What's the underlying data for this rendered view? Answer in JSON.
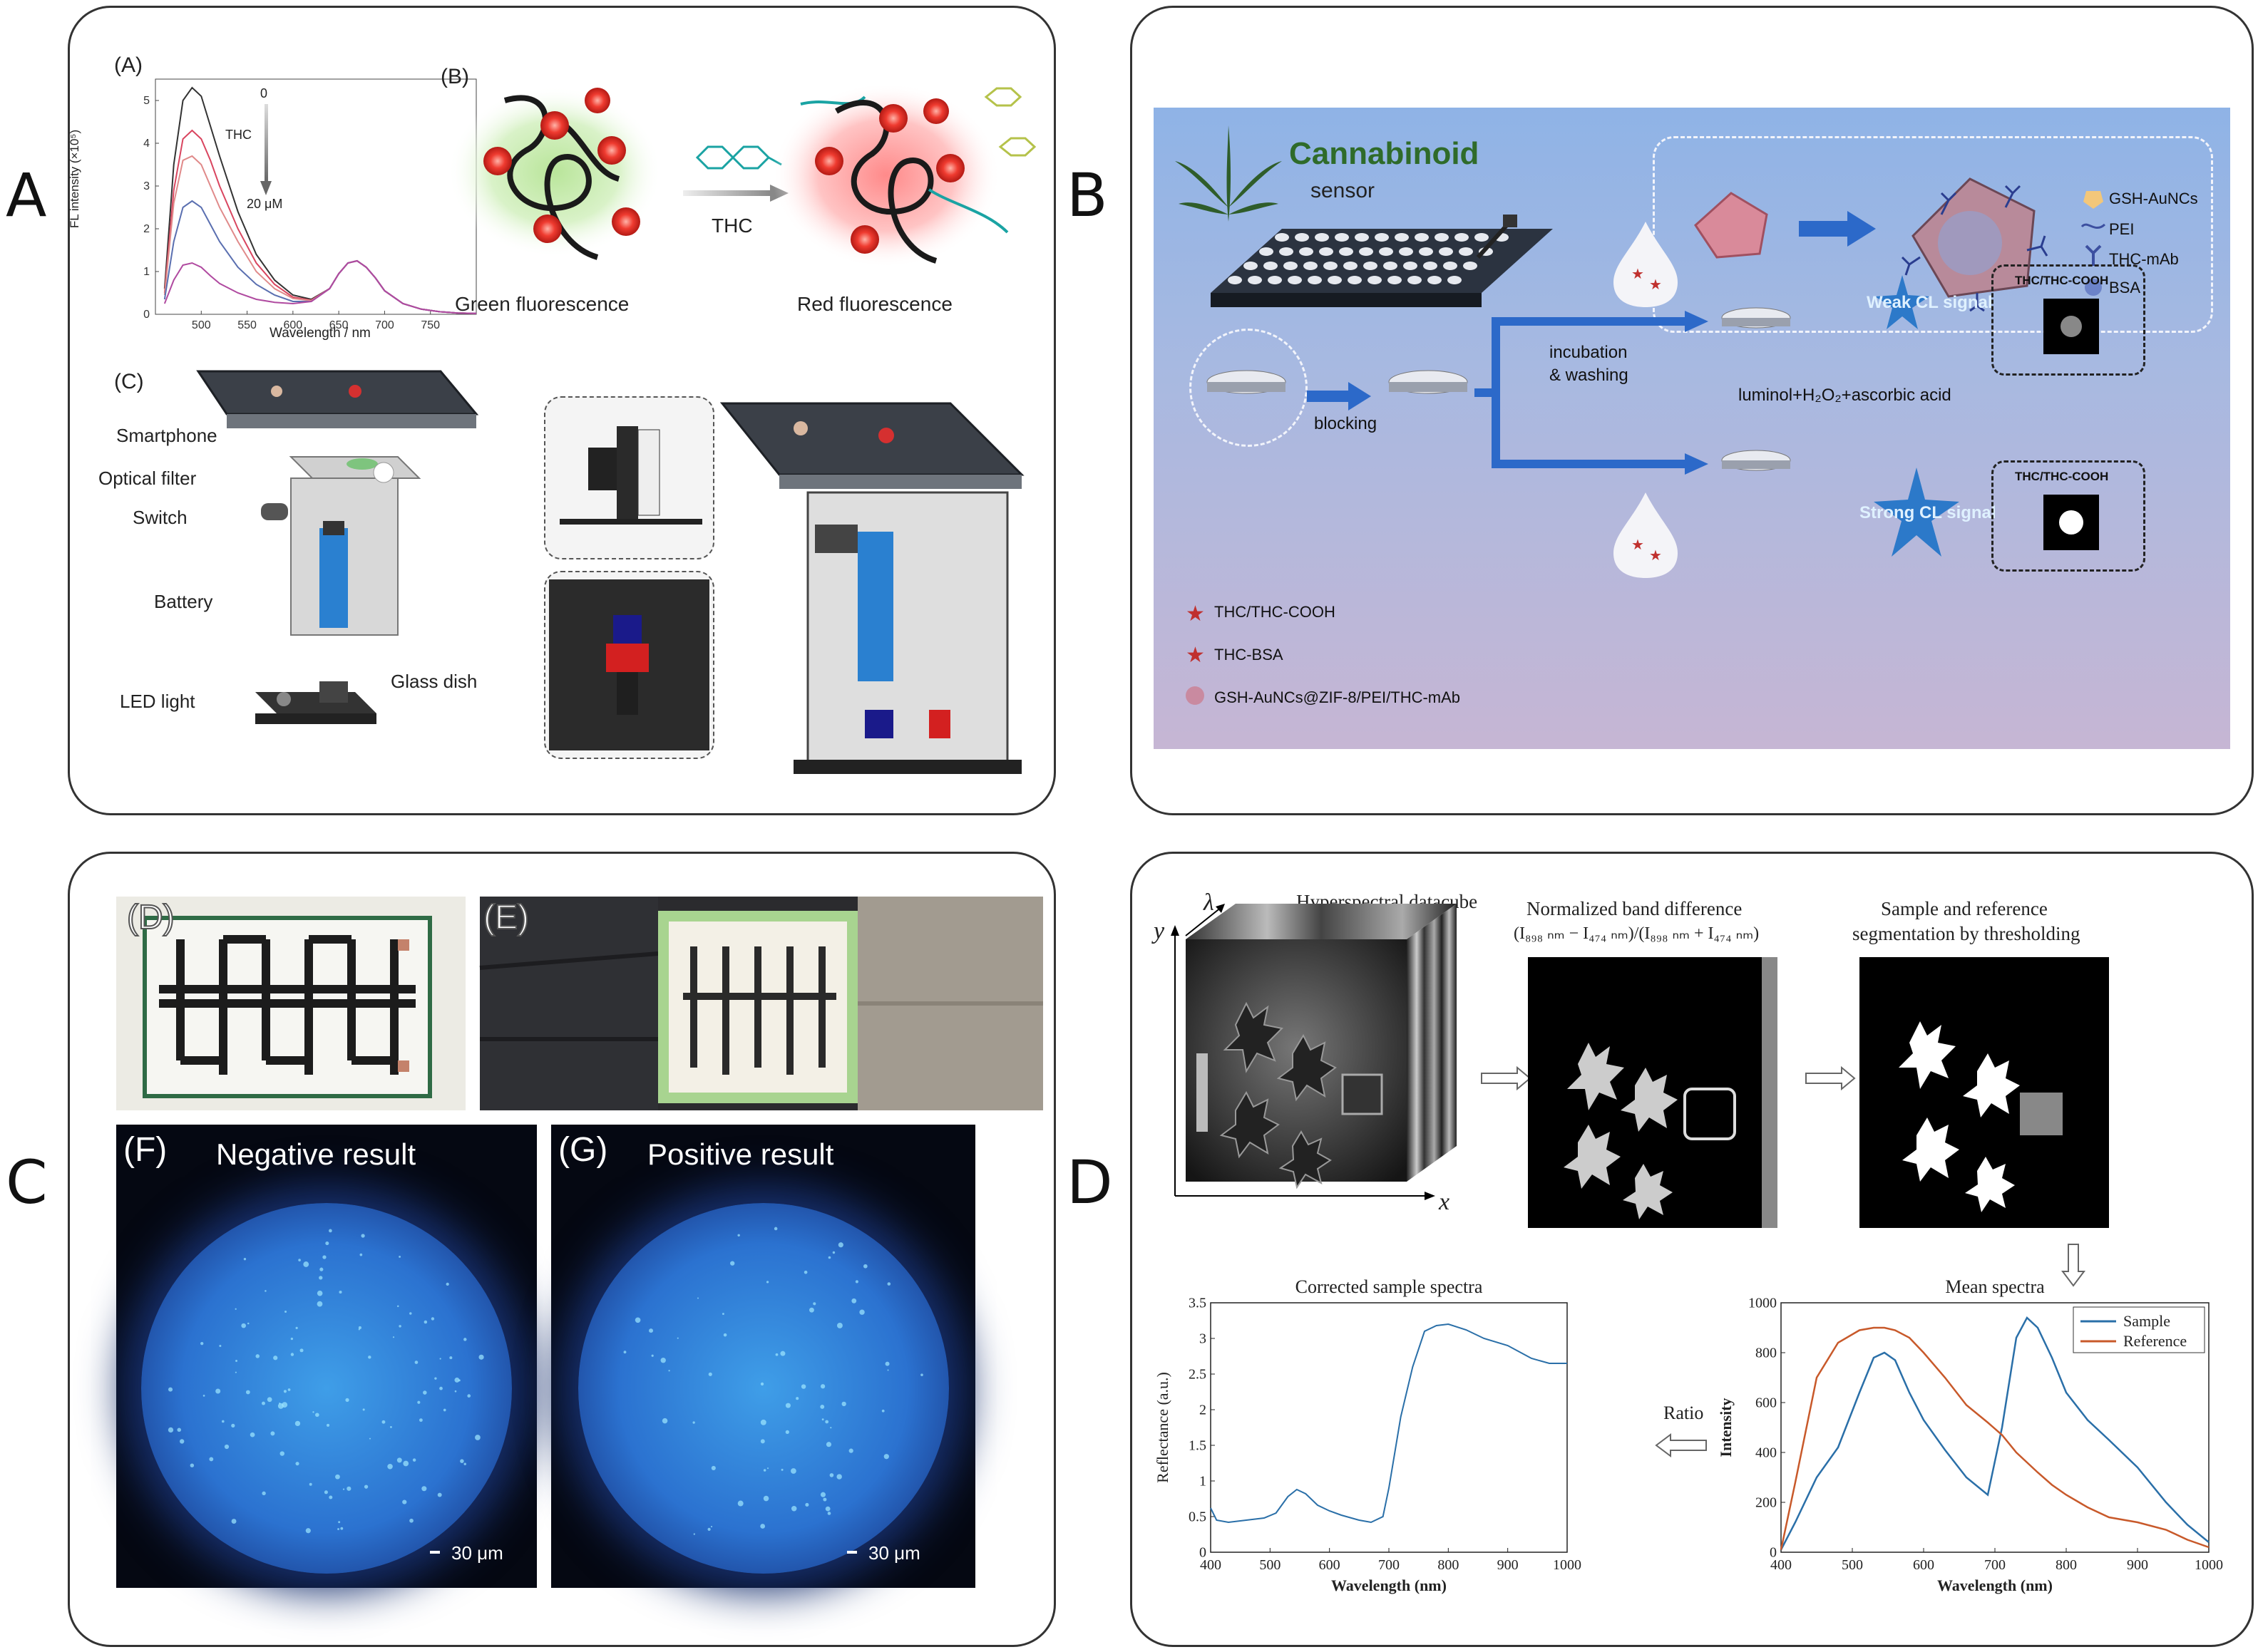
{
  "letters": [
    "A",
    "B",
    "C",
    "D"
  ],
  "panelA": {
    "subA": {
      "tag": "(A)",
      "ylabel": "FL intensity (×10⁵)",
      "xlabel": "Wavelength / nm",
      "xticks": [
        "500",
        "550",
        "600",
        "650",
        "700",
        "750"
      ],
      "yticks": [
        "0",
        "1",
        "2",
        "3",
        "4",
        "5"
      ],
      "arrow_top": "0",
      "arrow_mid": "THC",
      "arrow_bottom": "20 μM"
    },
    "subB": {
      "tag": "(B)",
      "left_caption": "Green fluorescence",
      "right_caption": "Red fluorescence",
      "arrow_label": "THC"
    },
    "subC": {
      "tag": "(C)",
      "labels": [
        "Smartphone",
        "Optical filter",
        "Switch",
        "Battery",
        "LED light",
        "Glass dish"
      ]
    }
  },
  "panelB": {
    "title": "Cannabinoid",
    "subtitle": "sensor",
    "legend_top": [
      "GSH-AuNCs",
      "PEI",
      "THC-mAb",
      "BSA"
    ],
    "legend_bottom": [
      "THC/THC-COOH",
      "THC-BSA",
      "GSH-AuNCs@ZIF-8/PEI/THC-mAb"
    ],
    "step_blocking": "blocking",
    "step_incubation": "incubation",
    "step_washing": "& washing",
    "reagents": "luminol+H₂O₂+ascorbic acid",
    "weak_signal": "Weak CL signal",
    "strong_signal": "Strong CL signal",
    "box_label_1": "THC/THC-COOH",
    "box_label_2": "THC/THC-COOH"
  },
  "panelC": {
    "tagD": "(D)",
    "tagE": "(E)",
    "tagF": "(F)",
    "tagG": "(G)",
    "neg": "Negative result",
    "pos": "Positive result",
    "scale1": "30 μm",
    "scale2": "30 μm"
  },
  "panelD": {
    "title1": "Hyperspectral datacube",
    "title2": "Normalized band difference",
    "title2_formula": "(I₈₉₈ ₙₘ − I₄₇₄ ₙₘ)/(I₈₉₈ ₙₘ + I₄₇₄ ₙₘ)",
    "title3a": "Sample and reference",
    "title3b": "segmentation by thresholding",
    "axis_lambda": "λ",
    "axis_y": "y",
    "axis_x": "x",
    "ratio": "Ratio"
  },
  "chart_data": [
    {
      "type": "line",
      "title": "",
      "xlabel": "Wavelength / nm",
      "ylabel": "FL intensity (×10⁵)",
      "xlim": [
        450,
        800
      ],
      "ylim": [
        0,
        5.5
      ],
      "x": [
        460,
        470,
        480,
        490,
        500,
        510,
        520,
        540,
        560,
        580,
        600,
        620,
        640,
        650,
        660,
        670,
        680,
        690,
        700,
        720,
        740,
        760,
        780,
        800
      ],
      "series": [
        {
          "values": [
            0.6,
            3.5,
            5.0,
            5.3,
            5.1,
            4.4,
            3.7,
            2.4,
            1.4,
            0.8,
            0.45,
            0.35,
            0.6,
            0.95,
            1.2,
            1.25,
            1.1,
            0.85,
            0.55,
            0.25,
            0.12,
            0.06,
            0.03,
            0.02
          ],
          "color": "#333333"
        },
        {
          "values": [
            0.5,
            2.9,
            4.1,
            4.3,
            4.1,
            3.6,
            3.0,
            2.0,
            1.2,
            0.7,
            0.4,
            0.33,
            0.6,
            0.95,
            1.2,
            1.25,
            1.1,
            0.85,
            0.55,
            0.25,
            0.12,
            0.06,
            0.03,
            0.02
          ],
          "color": "#d9455f"
        },
        {
          "values": [
            0.45,
            2.6,
            3.6,
            3.7,
            3.5,
            3.0,
            2.5,
            1.7,
            1.0,
            0.6,
            0.37,
            0.32,
            0.6,
            0.95,
            1.2,
            1.25,
            1.1,
            0.85,
            0.55,
            0.25,
            0.12,
            0.06,
            0.03,
            0.02
          ],
          "color": "#e08a8a"
        },
        {
          "values": [
            0.35,
            1.7,
            2.5,
            2.65,
            2.5,
            2.1,
            1.7,
            1.1,
            0.7,
            0.45,
            0.3,
            0.3,
            0.6,
            0.95,
            1.2,
            1.25,
            1.1,
            0.85,
            0.55,
            0.25,
            0.12,
            0.06,
            0.03,
            0.02
          ],
          "color": "#5a6fb0"
        },
        {
          "values": [
            0.25,
            0.8,
            1.15,
            1.2,
            1.1,
            0.9,
            0.72,
            0.5,
            0.35,
            0.28,
            0.25,
            0.3,
            0.6,
            0.95,
            1.2,
            1.25,
            1.1,
            0.85,
            0.55,
            0.25,
            0.12,
            0.06,
            0.03,
            0.02
          ],
          "color": "#b04aa0"
        }
      ]
    },
    {
      "type": "line",
      "title": "Corrected sample spectra",
      "xlabel": "Wavelength (nm)",
      "ylabel": "Reflectance (a.u.)",
      "xlim": [
        400,
        1000
      ],
      "ylim": [
        0,
        3.5
      ],
      "xticks": [
        400,
        500,
        600,
        700,
        800,
        900,
        1000
      ],
      "yticks": [
        0,
        0.5,
        1,
        1.5,
        2,
        2.5,
        3,
        3.5
      ],
      "x": [
        400,
        410,
        430,
        460,
        490,
        510,
        530,
        545,
        560,
        580,
        600,
        620,
        650,
        670,
        690,
        700,
        720,
        740,
        760,
        780,
        800,
        830,
        860,
        900,
        940,
        970,
        1000
      ],
      "series": [
        {
          "name": "",
          "values": [
            0.62,
            0.45,
            0.42,
            0.45,
            0.48,
            0.55,
            0.78,
            0.88,
            0.82,
            0.66,
            0.58,
            0.52,
            0.45,
            0.42,
            0.5,
            0.9,
            1.9,
            2.6,
            3.1,
            3.18,
            3.2,
            3.12,
            3.0,
            2.9,
            2.72,
            2.65,
            2.65
          ],
          "color": "#2a6fa8"
        }
      ]
    },
    {
      "type": "line",
      "title": "Mean spectra",
      "xlabel": "Wavelength (nm)",
      "ylabel": "Intensity",
      "xlim": [
        400,
        1000
      ],
      "ylim": [
        0,
        1000
      ],
      "xticks": [
        400,
        500,
        600,
        700,
        800,
        900,
        1000
      ],
      "yticks": [
        0,
        200,
        400,
        600,
        800,
        1000
      ],
      "legend": "top-right",
      "x": [
        400,
        420,
        450,
        480,
        510,
        530,
        545,
        560,
        580,
        600,
        630,
        660,
        690,
        710,
        730,
        745,
        760,
        780,
        800,
        830,
        860,
        900,
        940,
        970,
        1000
      ],
      "series": [
        {
          "name": "Sample",
          "color": "#2a6fa8",
          "values": [
            10,
            120,
            300,
            420,
            640,
            780,
            800,
            770,
            640,
            530,
            410,
            300,
            230,
            500,
            860,
            940,
            900,
            780,
            640,
            530,
            450,
            340,
            200,
            110,
            40
          ]
        },
        {
          "name": "Reference",
          "color": "#c8592a",
          "values": [
            10,
            280,
            700,
            840,
            890,
            900,
            900,
            890,
            860,
            800,
            700,
            590,
            520,
            470,
            400,
            360,
            320,
            270,
            230,
            180,
            140,
            120,
            90,
            50,
            20
          ]
        }
      ]
    }
  ]
}
